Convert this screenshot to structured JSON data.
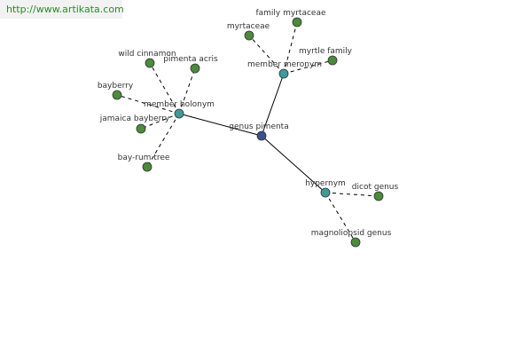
{
  "watermark": "http://www.artikata.com",
  "colors": {
    "center": "#3d4f8f",
    "relation": "#3f9a9a",
    "leaf": "#4c8a3c"
  },
  "diagram": {
    "center": {
      "id": "genus-pimenta",
      "label": "genus pimenta"
    },
    "relations": [
      {
        "id": "member-holonym",
        "label": "member holonym",
        "leaves": [
          {
            "id": "wild-cinnamon",
            "label": "wild cinnamon"
          },
          {
            "id": "pimenta-acris",
            "label": "pimenta acris"
          },
          {
            "id": "bayberry",
            "label": "bayberry"
          },
          {
            "id": "jamaica-bayberry",
            "label": "jamaica bayberry"
          },
          {
            "id": "bay-rum-tree",
            "label": "bay-rum tree"
          }
        ]
      },
      {
        "id": "member-meronym",
        "label": "member meronym",
        "leaves": [
          {
            "id": "family-myrtaceae",
            "label": "family myrtaceae"
          },
          {
            "id": "myrtaceae",
            "label": "myrtaceae"
          },
          {
            "id": "myrtle-family",
            "label": "myrtle family"
          }
        ]
      },
      {
        "id": "hypernym",
        "label": "hypernym",
        "leaves": [
          {
            "id": "dicot-genus",
            "label": "dicot genus"
          },
          {
            "id": "magnoliopsid-genus",
            "label": "magnoliopsid genus"
          }
        ]
      }
    ]
  }
}
